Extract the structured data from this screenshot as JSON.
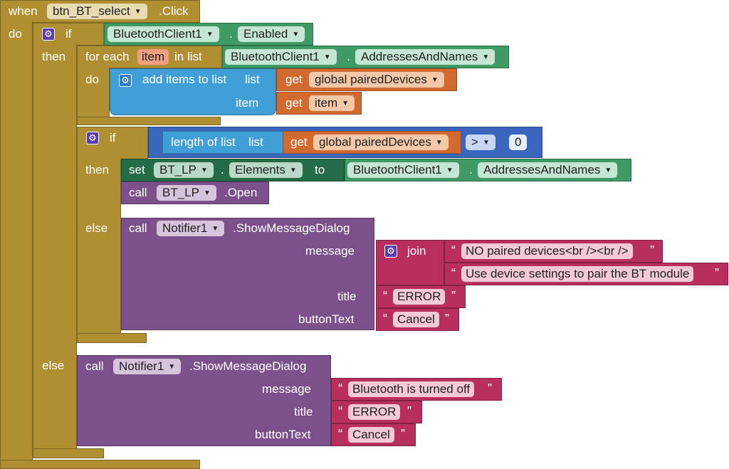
{
  "event": {
    "when": "when",
    "component": "btn_BT_select",
    "suffix": ".Click",
    "do": "do"
  },
  "if1": {
    "kw_if": "if",
    "component": "BluetoothClient1",
    "dot": ".",
    "property": "Enabled",
    "then": "then",
    "else": "else"
  },
  "foreach": {
    "label": "for each",
    "var": "item",
    "in_list": "in list",
    "component": "BluetoothClient1",
    "dot": ".",
    "property": "AddressesAndNames",
    "do": "do"
  },
  "additems": {
    "label": "add items to list",
    "list_label": "list",
    "item_label": "item",
    "get": "get",
    "list_var": "global pairedDevices",
    "item_var": "item"
  },
  "if2": {
    "kw_if": "if",
    "length_label": "length of list",
    "list_label": "list",
    "get": "get",
    "list_var": "global pairedDevices",
    "op": ">",
    "num": "0",
    "then": "then",
    "else": "else"
  },
  "setblock": {
    "set": "set",
    "component": "BT_LP",
    "dot": ".",
    "property": "Elements",
    "to": "to",
    "src_component": "BluetoothClient1",
    "src_dot": ".",
    "src_property": "AddressesAndNames"
  },
  "callopen": {
    "call": "call",
    "component": "BT_LP",
    "method": ".Open"
  },
  "dialog1": {
    "call": "call",
    "component": "Notifier1",
    "method": ".ShowMessageDialog",
    "message_label": "message",
    "join_label": "join",
    "join1": "NO paired devices<br /><br />",
    "join2": "Use device settings to pair the BT module",
    "title_label": "title",
    "title": "ERROR",
    "button_label": "buttonText",
    "button": "Cancel"
  },
  "dialog2": {
    "call": "call",
    "component": "Notifier1",
    "method": ".ShowMessageDialog",
    "message_label": "message",
    "message": "Bluetooth is turned off",
    "title_label": "title",
    "title": "ERROR",
    "button_label": "buttonText",
    "button": "Cancel"
  },
  "quotes": {
    "open": "“",
    "close": "”"
  }
}
